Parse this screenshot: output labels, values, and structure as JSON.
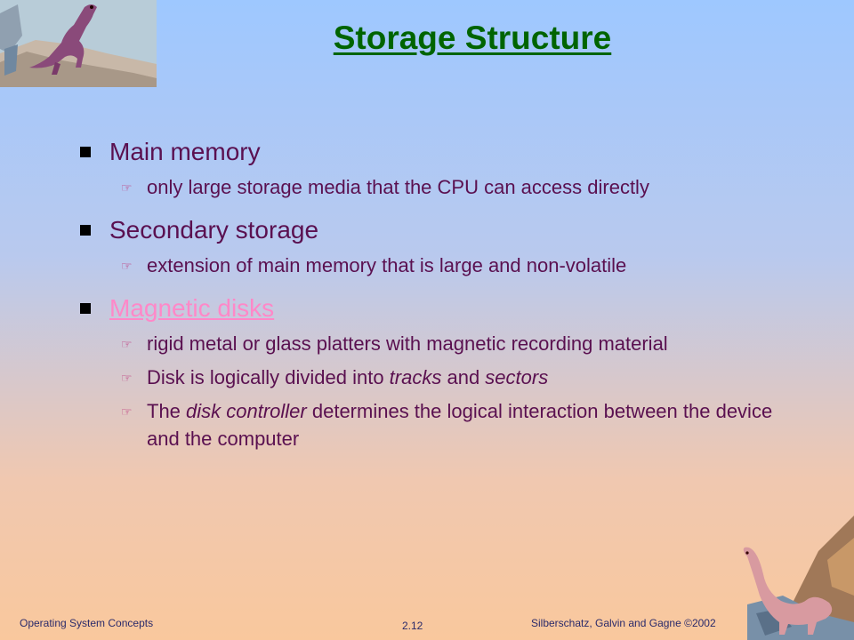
{
  "slide": {
    "title": "Storage Structure",
    "items": [
      {
        "label": "Main memory",
        "subitems": [
          {
            "text": "only large storage media that the CPU can access directly"
          }
        ]
      },
      {
        "label": "Secondary storage",
        "subitems": [
          {
            "text": "extension of main memory that is large and non-volatile"
          }
        ]
      },
      {
        "label": "Magnetic disks",
        "is_link": true,
        "subitems": [
          {
            "text": "rigid metal or glass platters with magnetic recording material"
          },
          {
            "parts": [
              "Disk is logically divided into ",
              "tracks",
              " and ",
              "sectors"
            ]
          },
          {
            "parts": [
              "The ",
              "disk controller",
              " determines the logical interaction between the device and the computer"
            ]
          }
        ]
      }
    ]
  },
  "footer": {
    "left": "Operating System Concepts",
    "page": "2.12",
    "right": "Silberschatz, Galvin and  Gagne ©2002"
  },
  "icons": {
    "bullet": "square-bullet-icon",
    "subbullet": "pointing-hand-icon",
    "corner_top_left": "dinosaur-illustration-icon",
    "corner_bottom_right": "dinosaur-illustration-icon"
  },
  "colors": {
    "title": "#006400",
    "text": "#5a1050",
    "link": "#ff88c8"
  }
}
